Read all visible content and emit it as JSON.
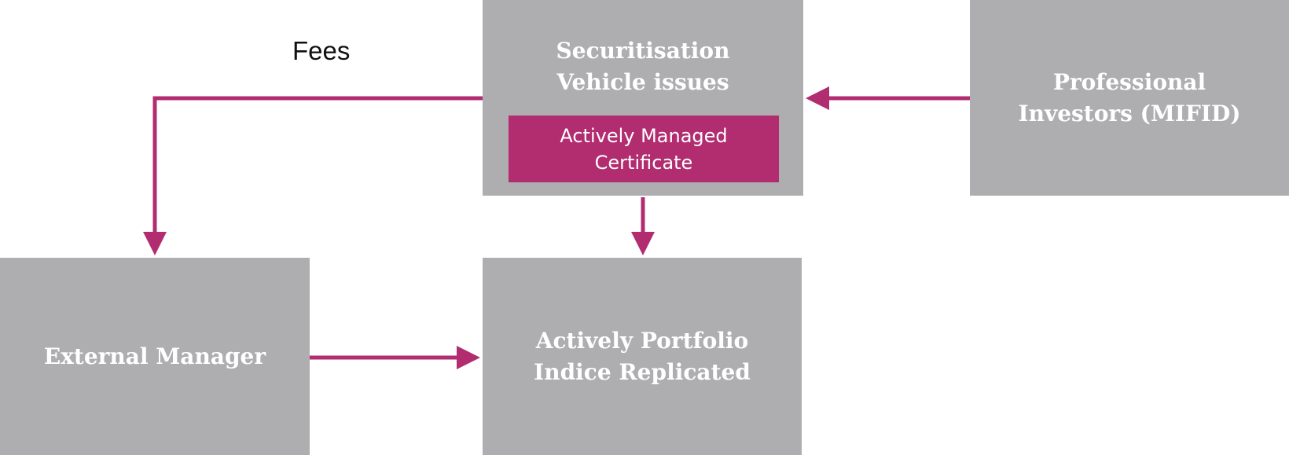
{
  "nodes": {
    "securitisation": {
      "lines": [
        "Securitisation",
        "Vehicle issues"
      ]
    },
    "certificate": {
      "lines": [
        "Actively Managed",
        "Certificate"
      ]
    },
    "professional": {
      "lines": [
        "Professional",
        "Investors (MIFID)"
      ]
    },
    "external": {
      "lines": [
        "External Manager"
      ]
    },
    "portfolio": {
      "lines": [
        "Actively Portfolio",
        "Indice Replicated"
      ]
    }
  },
  "labels": {
    "fees": "Fees"
  },
  "colors": {
    "box_gray": "#aeaeb0",
    "accent": "#b22c70",
    "box_text": "#ffffff",
    "label_text": "#111111"
  }
}
